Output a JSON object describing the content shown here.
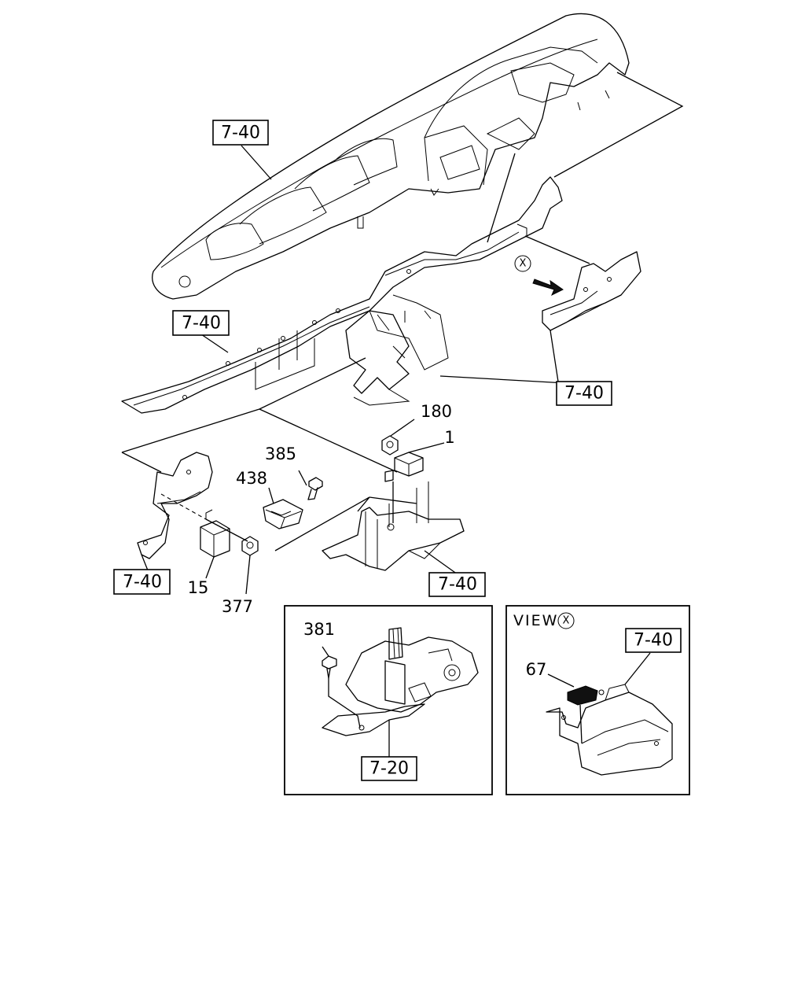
{
  "refs": {
    "r_instrument_panel": "7-40",
    "r_cross_beam": "7-40",
    "r_right_bracket": "7-40",
    "r_left_bracket": "7-40",
    "r_center_bracket": "7-40",
    "r_view_x": "7-40",
    "r_inset_a": "7-20"
  },
  "parts": {
    "p180": "180",
    "p1": "1",
    "p385": "385",
    "p438": "438",
    "p15": "15",
    "p377": "377",
    "p381": "381",
    "p67": "67"
  },
  "view": {
    "marker": "X",
    "title": "VIEW",
    "marker_inset": "X"
  }
}
